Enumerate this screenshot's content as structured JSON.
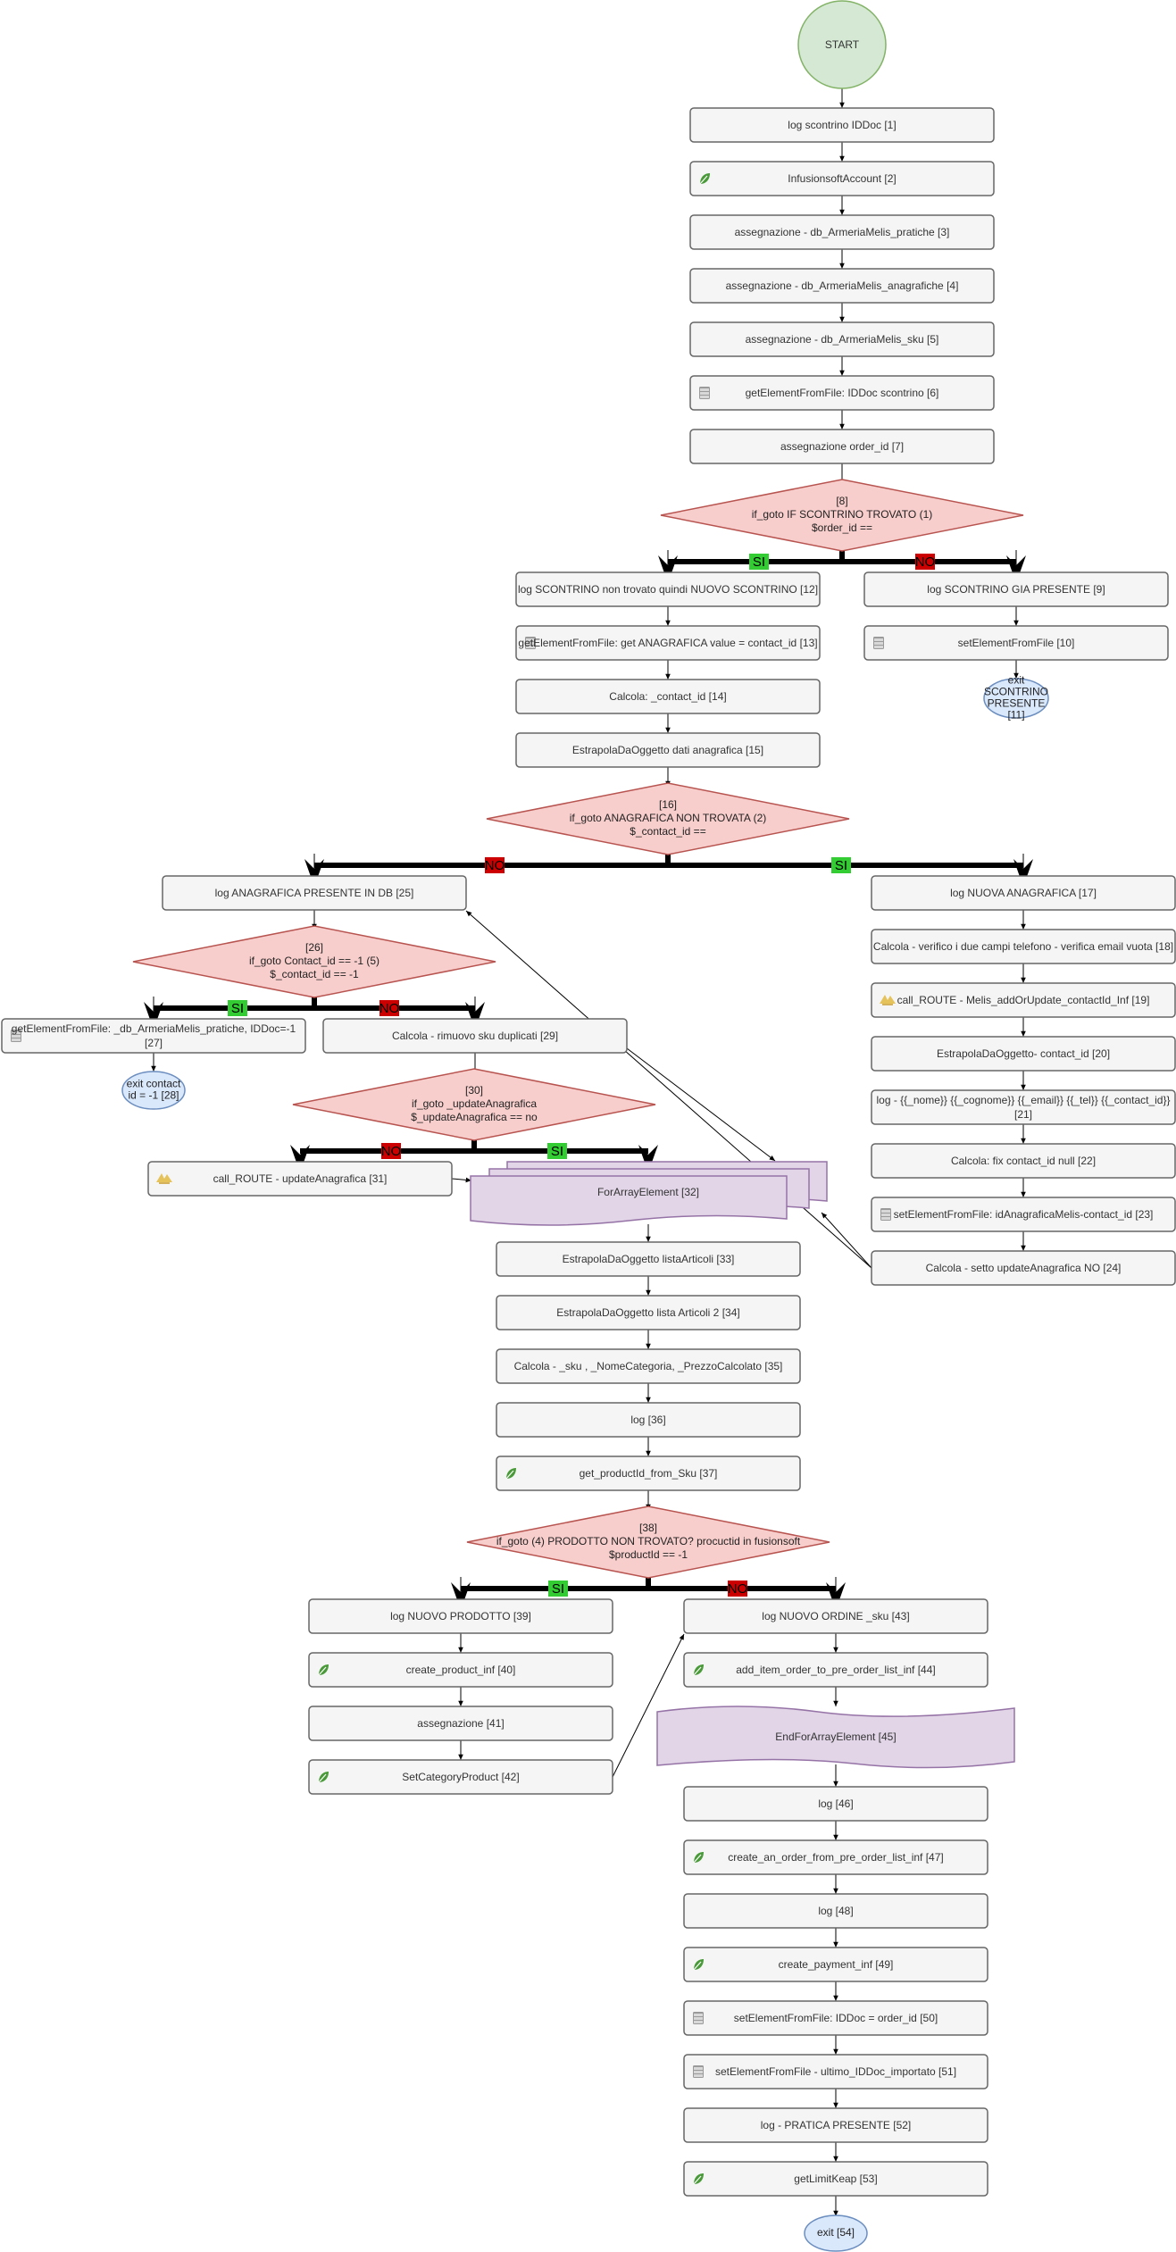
{
  "diagram": {
    "start": {
      "label": "START"
    },
    "nodes": {
      "n1": "log scontrino IDDoc [1]",
      "n2": "InfusionsoftAccount [2]",
      "n3": "assegnazione - db_ArmeriaMelis_pratiche [3]",
      "n4": "assegnazione - db_ArmeriaMelis_anagrafiche [4]",
      "n5": "assegnazione - db_ArmeriaMelis_sku [5]",
      "n6": "getElementFromFile: IDDoc scontrino [6]",
      "n7": "assegnazione order_id [7]",
      "n9": "log SCONTRINO GIA PRESENTE [9]",
      "n10": "setElementFromFile [10]",
      "n12": "log SCONTRINO non trovato quindi NUOVO SCONTRINO [12]",
      "n13": "getElementFromFile: get ANAGRAFICA value = contact_id [13]",
      "n14": "Calcola: _contact_id [14]",
      "n15": "EstrapolaDaOggetto dati anagrafica [15]",
      "n17": "log NUOVA ANAGRAFICA [17]",
      "n18": "Calcola - verifico i due campi telefono - verifica email vuota [18]",
      "n19": "call_ROUTE - Melis_addOrUpdate_contactId_Inf [19]",
      "n20": "EstrapolaDaOggetto- contact_id [20]",
      "n21a": "log - {{_nome}} {{_cognome}} {{_email}} {{_tel}} {{_contact_id}}",
      "n21b": "[21]",
      "n22": "Calcola: fix contact_id null [22]",
      "n23": "setElementFromFile: idAnagraficaMelis-contact_id [23]",
      "n24": "Calcola - setto updateAnagrafica NO [24]",
      "n25": "log ANAGRAFICA PRESENTE IN DB [25]",
      "n27a": "getElementFromFile: _db_ArmeriaMelis_pratiche, IDDoc=-1",
      "n27b": "[27]",
      "n29": "Calcola - rimuovo sku duplicati [29]",
      "n31": "call_ROUTE - updateAnagrafica [31]",
      "n32": "ForArrayElement [32]",
      "n33": "EstrapolaDaOggetto listaArticoli [33]",
      "n34": "EstrapolaDaOggetto lista Articoli 2 [34]",
      "n35": "Calcola - _sku , _NomeCategoria, _PrezzoCalcolato [35]",
      "n36": "log [36]",
      "n37": "get_productId_from_Sku [37]",
      "n39": "log NUOVO PRODOTTO [39]",
      "n40": "create_product_inf [40]",
      "n41": "assegnazione [41]",
      "n42": "SetCategoryProduct [42]",
      "n43": "log NUOVO ORDINE _sku [43]",
      "n44": "add_item_order_to_pre_order_list_inf [44]",
      "n45": "EndForArrayElement [45]",
      "n46": "log [46]",
      "n47": "create_an_order_from_pre_order_list_inf [47]",
      "n48": "log [48]",
      "n49": "create_payment_inf [49]",
      "n50": "setElementFromFile: IDDoc = order_id [50]",
      "n51": "setElementFromFile - ultimo_IDDoc_importato [51]",
      "n52": "log - PRATICA PRESENTE [52]",
      "n53": "getLimitKeap [53]"
    },
    "decisions": {
      "d8": [
        "[8]",
        "if_goto IF SCONTRINO TROVATO (1)",
        "$order_id =="
      ],
      "d16": [
        "[16]",
        "if_goto ANAGRAFICA NON TROVATA (2)",
        "$_contact_id =="
      ],
      "d26": [
        "[26]",
        "if_goto Contact_id == -1 (5)",
        "$_contact_id == -1"
      ],
      "d30": [
        "[30]",
        "if_goto _updateAnagrafica",
        "$_updateAnagrafica == no"
      ],
      "d38": [
        "[38]",
        "if_goto (4) PRODOTTO NON TROVATO? procuctid in fusionsoft",
        "$productId == -1"
      ]
    },
    "exits": {
      "e11": [
        "exit",
        "SCONTRINO",
        "PRESENTE",
        "[11]"
      ],
      "e28": [
        "exit contact",
        "id = -1 [28]"
      ],
      "e54": [
        "exit [54]"
      ]
    },
    "branch_tags": {
      "yes": "SI",
      "no": "NO"
    },
    "colors": {
      "node_fill": "#f5f5f5",
      "node_stroke": "#666666",
      "decision_fill": "#f8cecc",
      "decision_stroke": "#b85450",
      "start_fill": "#d5e8d4",
      "start_stroke": "#82b366",
      "exit_fill": "#dae8fc",
      "exit_stroke": "#6c8ebf",
      "loop_fill": "#e1d5e7",
      "loop_stroke": "#9673a6",
      "yes_tag": "#33cc33",
      "no_tag": "#cc0000"
    }
  }
}
